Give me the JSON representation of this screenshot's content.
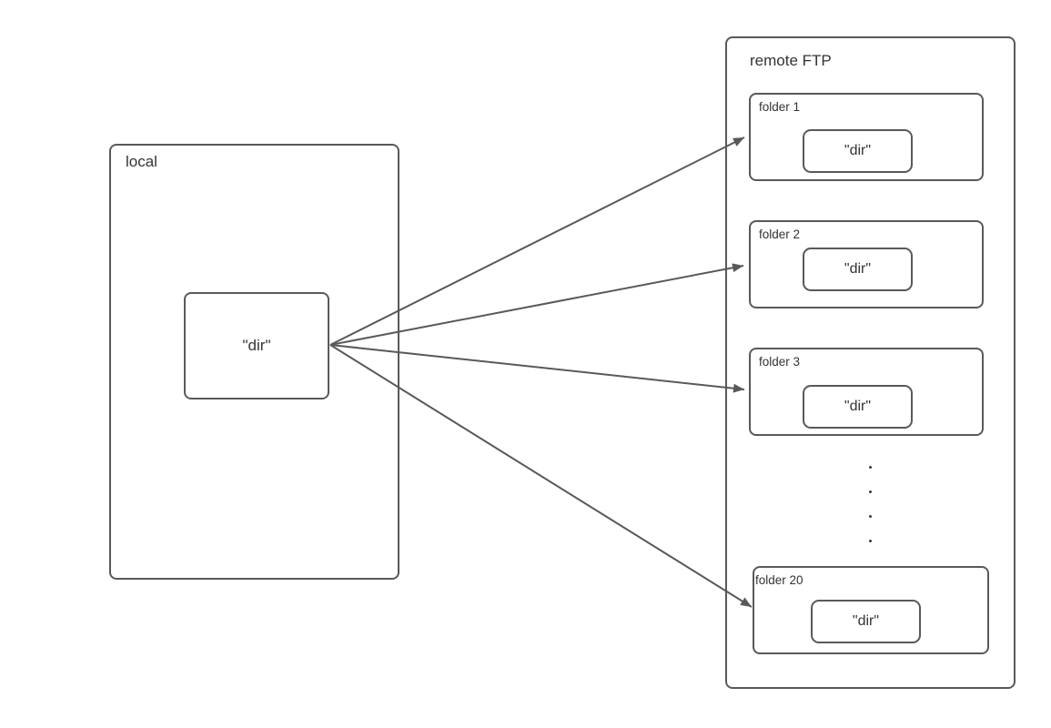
{
  "local": {
    "label": "local",
    "dir_label": "\"dir\""
  },
  "remote": {
    "label": "remote FTP",
    "folders": [
      {
        "label": "folder 1",
        "dir_label": "\"dir\""
      },
      {
        "label": "folder 2",
        "dir_label": "\"dir\""
      },
      {
        "label": "folder 3",
        "dir_label": "\"dir\""
      },
      {
        "label": "folder 20",
        "dir_label": "\"dir\""
      }
    ],
    "ellipsis_dot_count": 4
  },
  "arrows": {
    "count": 4
  },
  "colors": {
    "stroke": "#595959",
    "text": "#333333",
    "background": "#ffffff"
  }
}
